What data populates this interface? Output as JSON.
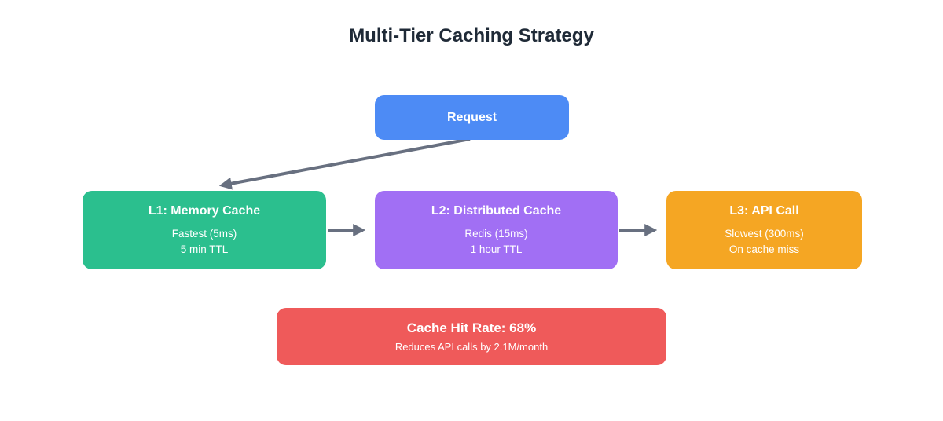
{
  "title": "Multi-Tier Caching Strategy",
  "nodes": {
    "request": {
      "label": "Request",
      "color": "#4d8bf5"
    },
    "l1": {
      "title": "L1: Memory Cache",
      "line1": "Fastest (5ms)",
      "line2": "5 min TTL",
      "color": "#2bbf8e"
    },
    "l2": {
      "title": "L2: Distributed Cache",
      "line1": "Redis (15ms)",
      "line2": "1 hour TTL",
      "color": "#a16ff4"
    },
    "l3": {
      "title": "L3: API Call",
      "line1": "Slowest (300ms)",
      "line2": "On cache miss",
      "color": "#f5a623"
    }
  },
  "summary": {
    "title": "Cache Hit Rate: 68%",
    "subtitle": "Reduces API calls by 2.1M/month",
    "color": "#ef5a5a"
  }
}
